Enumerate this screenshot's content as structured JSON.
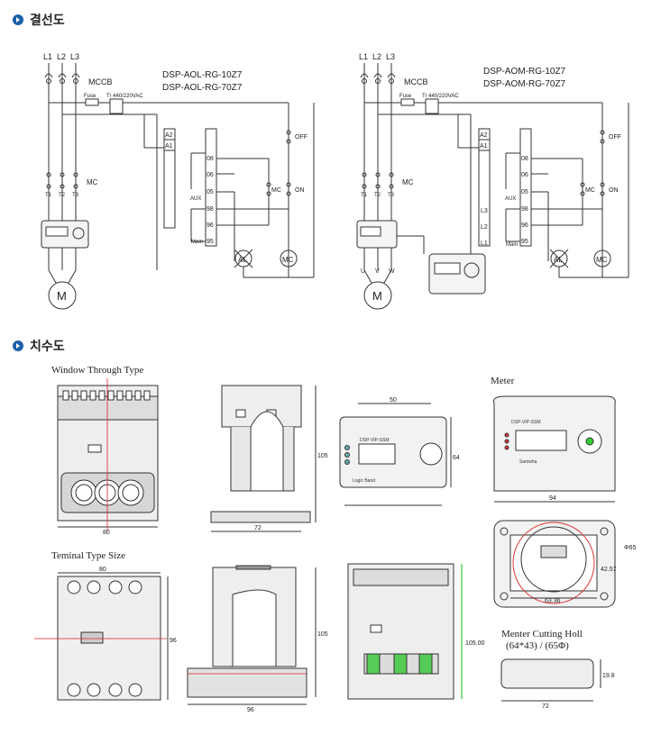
{
  "sections": {
    "wiring_title": "결선도",
    "dimension_title": "치수도"
  },
  "left_diagram": {
    "lines": [
      "L1",
      "L2",
      "L3"
    ],
    "mccb": "MCCB",
    "models": [
      "DSP-AOL-RG-10Z7",
      "DSP-AOL-RG-70Z7"
    ],
    "fuse": "Fuse",
    "transformer": "Tr 440/220VAC",
    "off": "OFF",
    "on": "ON",
    "mc": "MC",
    "aux": "AUX",
    "main": "Main",
    "terminals": [
      "A2",
      "A1"
    ],
    "contacts": [
      "08",
      "06",
      "05",
      "98",
      "96",
      "95"
    ],
    "t_labels": [
      "T1",
      "T2",
      "T3"
    ],
    "al": "AL",
    "mc_coil": "MC",
    "motor": "M"
  },
  "right_diagram": {
    "lines": [
      "L1",
      "L2",
      "L3"
    ],
    "mccb": "MCCB",
    "models": [
      "DSP-AOM-RG-10Z7",
      "DSP-AOM-RG-70Z7"
    ],
    "fuse": "Fuse",
    "transformer": "Tr 440/220VAC",
    "off": "OFF",
    "on": "ON",
    "mc": "MC",
    "aux": "AUX",
    "main": "Main",
    "terminals": [
      "A2",
      "A1",
      "L3",
      "L2",
      "L1"
    ],
    "contacts": [
      "08",
      "06",
      "05",
      "98",
      "96",
      "95"
    ],
    "t_labels": [
      "T1",
      "T2",
      "T3"
    ],
    "uvw": [
      "U",
      "V",
      "W"
    ],
    "al": "AL",
    "mc_coil": "MC",
    "motor": "M"
  },
  "captions": {
    "window": "Window Through Type",
    "terminal": "Teminal Type Size",
    "meter": "Meter",
    "cutting_1": "Menter Cutting Holl",
    "cutting_2": "(64*43) / (65Φ)"
  },
  "dimensions": {
    "d80": "80",
    "d105": "105",
    "d72": "72",
    "d50": "50",
    "d64": "64",
    "d94": "94",
    "d80b": "80",
    "d96": "96",
    "d105b": "105",
    "d96b": "96",
    "d105_00": "105.00",
    "d65": "Φ65",
    "d42_57": "42.57",
    "d63_36": "63.36",
    "d19_8": "19.8",
    "d72b": "72"
  },
  "device_labels": {
    "front": "DSP-VIP-SSM",
    "meter": "DSP-VIP-SSM",
    "logic": "Logic Band",
    "meter_logo": "Samwha"
  }
}
